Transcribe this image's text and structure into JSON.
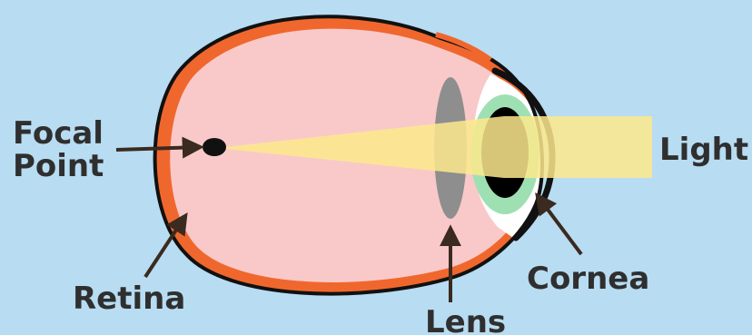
{
  "labels": {
    "focal_point_line1": "Focal",
    "focal_point_line2": "Point",
    "retina": "Retina",
    "lens": "Lens",
    "cornea": "Cornea",
    "light": "Light"
  },
  "colors": {
    "background": "#b8dcf2",
    "eyeball": "#f9c9c9",
    "retina": "#f0672e",
    "lens": "#8e8e8e",
    "iris": "#9fe0b3",
    "pupil": "#000000",
    "light": "#fde98c",
    "outline": "#111111",
    "arrow": "#3a2a1f",
    "text": "#2f2f2f"
  }
}
